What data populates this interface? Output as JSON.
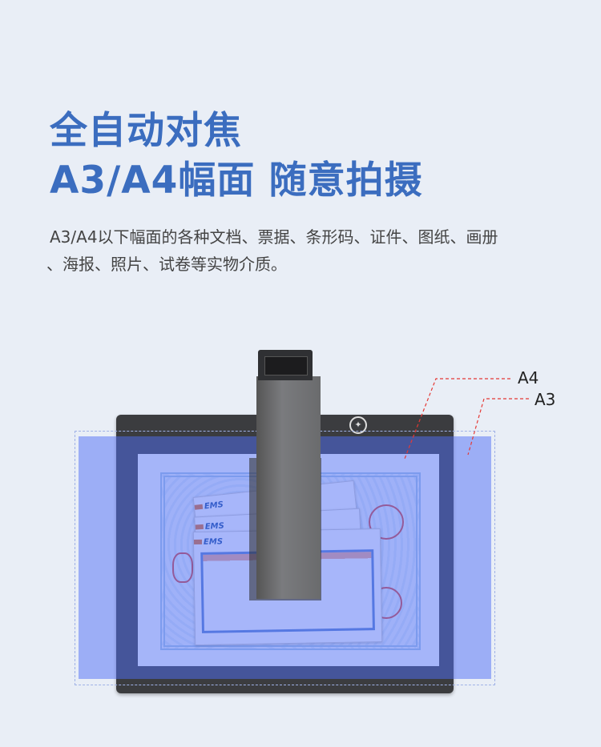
{
  "heading": {
    "line1": "全自动对焦",
    "line2": "A3/A4幅面 随意拍摄"
  },
  "description": {
    "line1": "A3/A4以下幅面的各种文档、票据、条形码、证件、图纸、画册",
    "line2": "、海报、照片、试卷等实物介质。"
  },
  "product": {
    "labels": {
      "a4": "A4",
      "a3": "A3"
    },
    "slip_brand": "EMS",
    "colors": {
      "accent": "#3b6dbf",
      "a3_overlay": "#506ef5",
      "guide_line": "#e53935"
    }
  }
}
